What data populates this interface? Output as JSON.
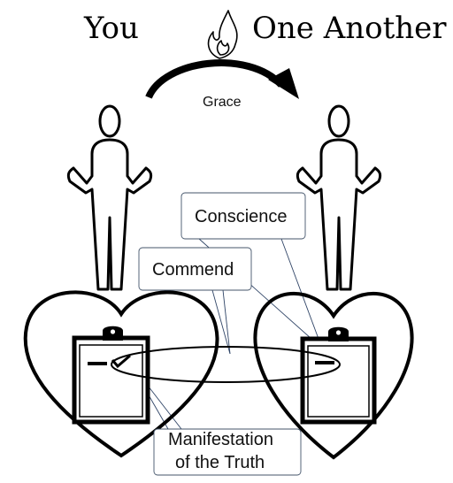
{
  "titles": {
    "left": "You",
    "right": "One Another"
  },
  "arrow_label": "Grace",
  "callouts": {
    "conscience": "Conscience",
    "commend": "Commend",
    "manifestation_line1": "Manifestation",
    "manifestation_line2": "of the Truth"
  },
  "colors": {
    "stroke": "#000000",
    "callout_border": "#44546a"
  },
  "icons": [
    "flame-icon",
    "curved-arrow-icon",
    "person-icon",
    "heart-icon",
    "clipboard-icon",
    "checkmark-icon"
  ]
}
